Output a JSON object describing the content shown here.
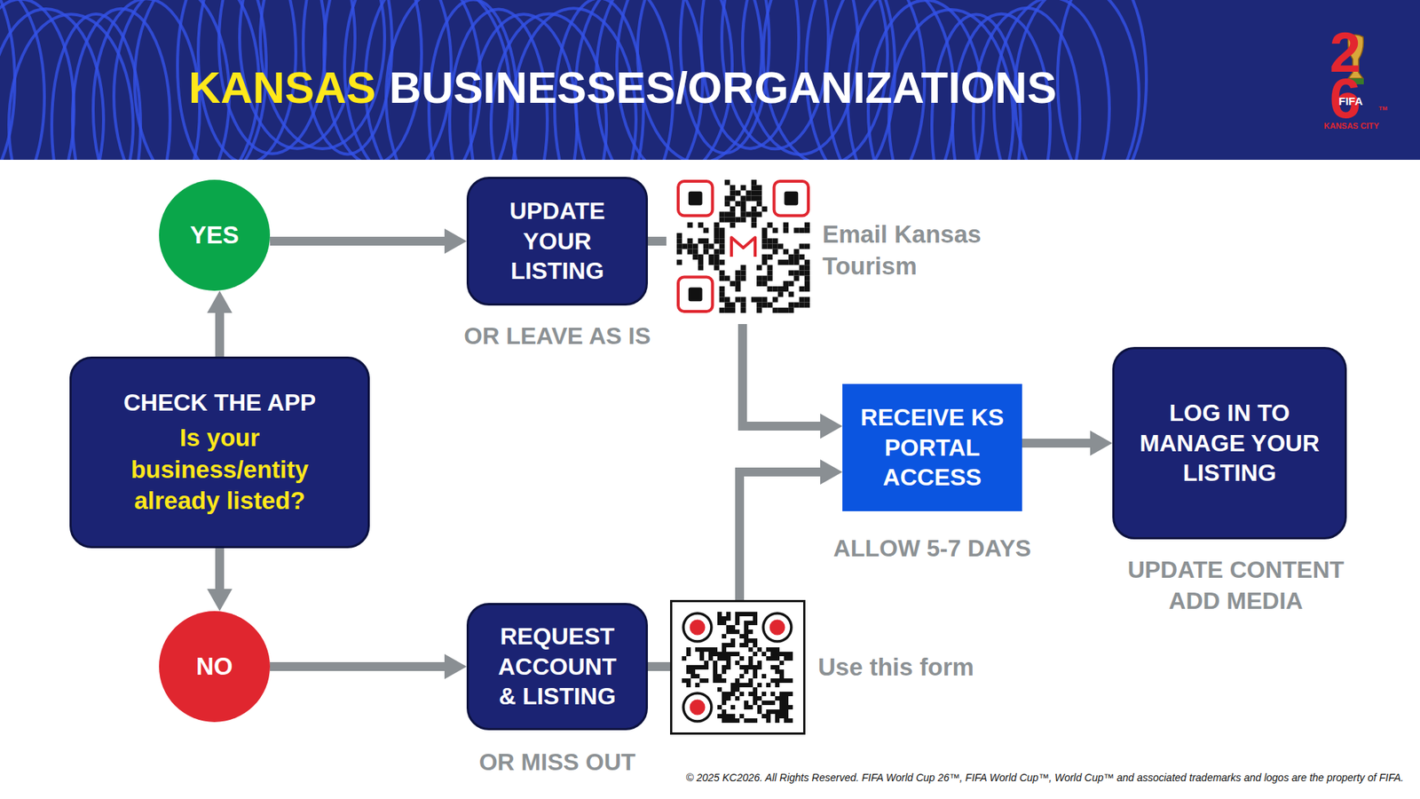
{
  "diagram": {
    "nodes": [
      {
        "text": [
          "YES"
        ]
      },
      {
        "text": [
          "UPDATE YOUR LISTING",
          "OR LEAVE AS IS"
        ]
      },
      {
        "text": [
          "CHECK THE APP",
          "Is your business/entity already listed?"
        ]
      },
      {
        "text": [
          "RECEIVE KS PORTAL ACCESS",
          "ALLOW 5-7 DAYS"
        ]
      },
      {
        "text": [
          "LOG IN TO MANAGE YOUR LISTING",
          "UPDATE CONTENT ADD MEDIA"
        ]
      },
      {
        "text": [
          "NO"
        ]
      },
      {
        "text": [
          "REQUEST ACCOUNT & LISTING",
          "OR MISS OUT"
        ]
      }
    ],
    "edges": [
      {
        "from": 2,
        "to": 0,
        "arrow": "to"
      },
      {
        "from": 2,
        "to": 5,
        "arrow": "to"
      },
      {
        "from": 0,
        "to": 1,
        "arrow": "to"
      },
      {
        "from": 5,
        "to": 6,
        "arrow": "to"
      },
      {
        "from": 1,
        "to": 3,
        "arrow": "to"
      },
      {
        "from": 6,
        "to": 3,
        "arrow": "to"
      },
      {
        "from": 3,
        "to": 4,
        "arrow": "to"
      }
    ],
    "labels": [
      "KANSAS",
      "BUSINESSES/ORGANIZATIONS",
      "26",
      "FIFA",
      "KANSAS CITY",
      "TM",
      "Email Kansas Tourism",
      "Use this form",
      "© 2025 KC2026. All Rights Reserved. FIFA World Cup 26™, FIFA World Cup™, World Cup™ and associated trademarks and logos are the property of FIFA."
    ]
  }
}
